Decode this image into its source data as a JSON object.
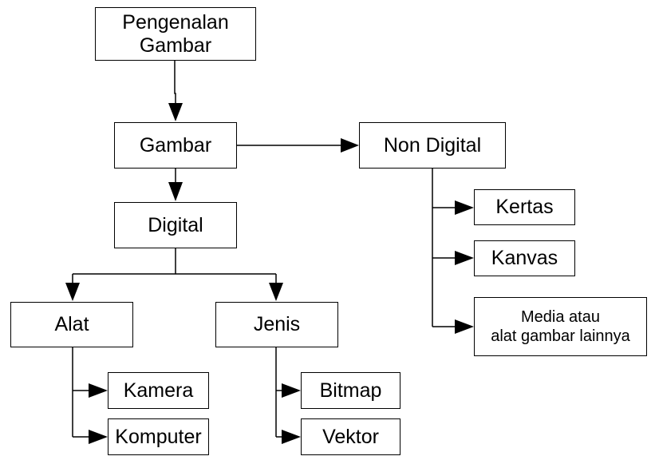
{
  "nodes": {
    "pengenalan": "Pengenalan\nGambar",
    "gambar": "Gambar",
    "non_digital": "Non Digital",
    "digital": "Digital",
    "kertas": "Kertas",
    "kanvas": "Kanvas",
    "media": "Media atau\nalat gambar lainnya",
    "alat": "Alat",
    "jenis": "Jenis",
    "kamera": "Kamera",
    "komputer": "Komputer",
    "bitmap": "Bitmap",
    "vektor": "Vektor"
  }
}
